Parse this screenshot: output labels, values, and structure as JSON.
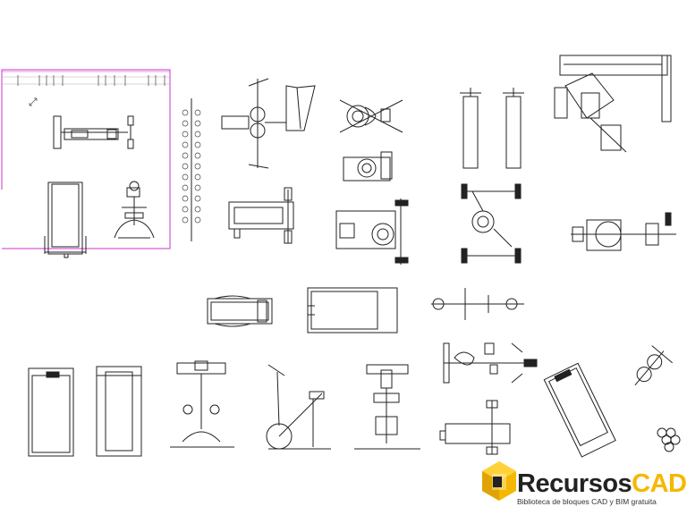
{
  "brand": {
    "name_part1": "Recursos",
    "name_part2": "CAD",
    "tagline": "Biblioteca de bloques CAD y BIM gratuita",
    "accent_color": "#f5b800",
    "text_color": "#222222",
    "logo_icon": "hexagon-cube-icon"
  },
  "selection_color": "#cc33cc"
}
